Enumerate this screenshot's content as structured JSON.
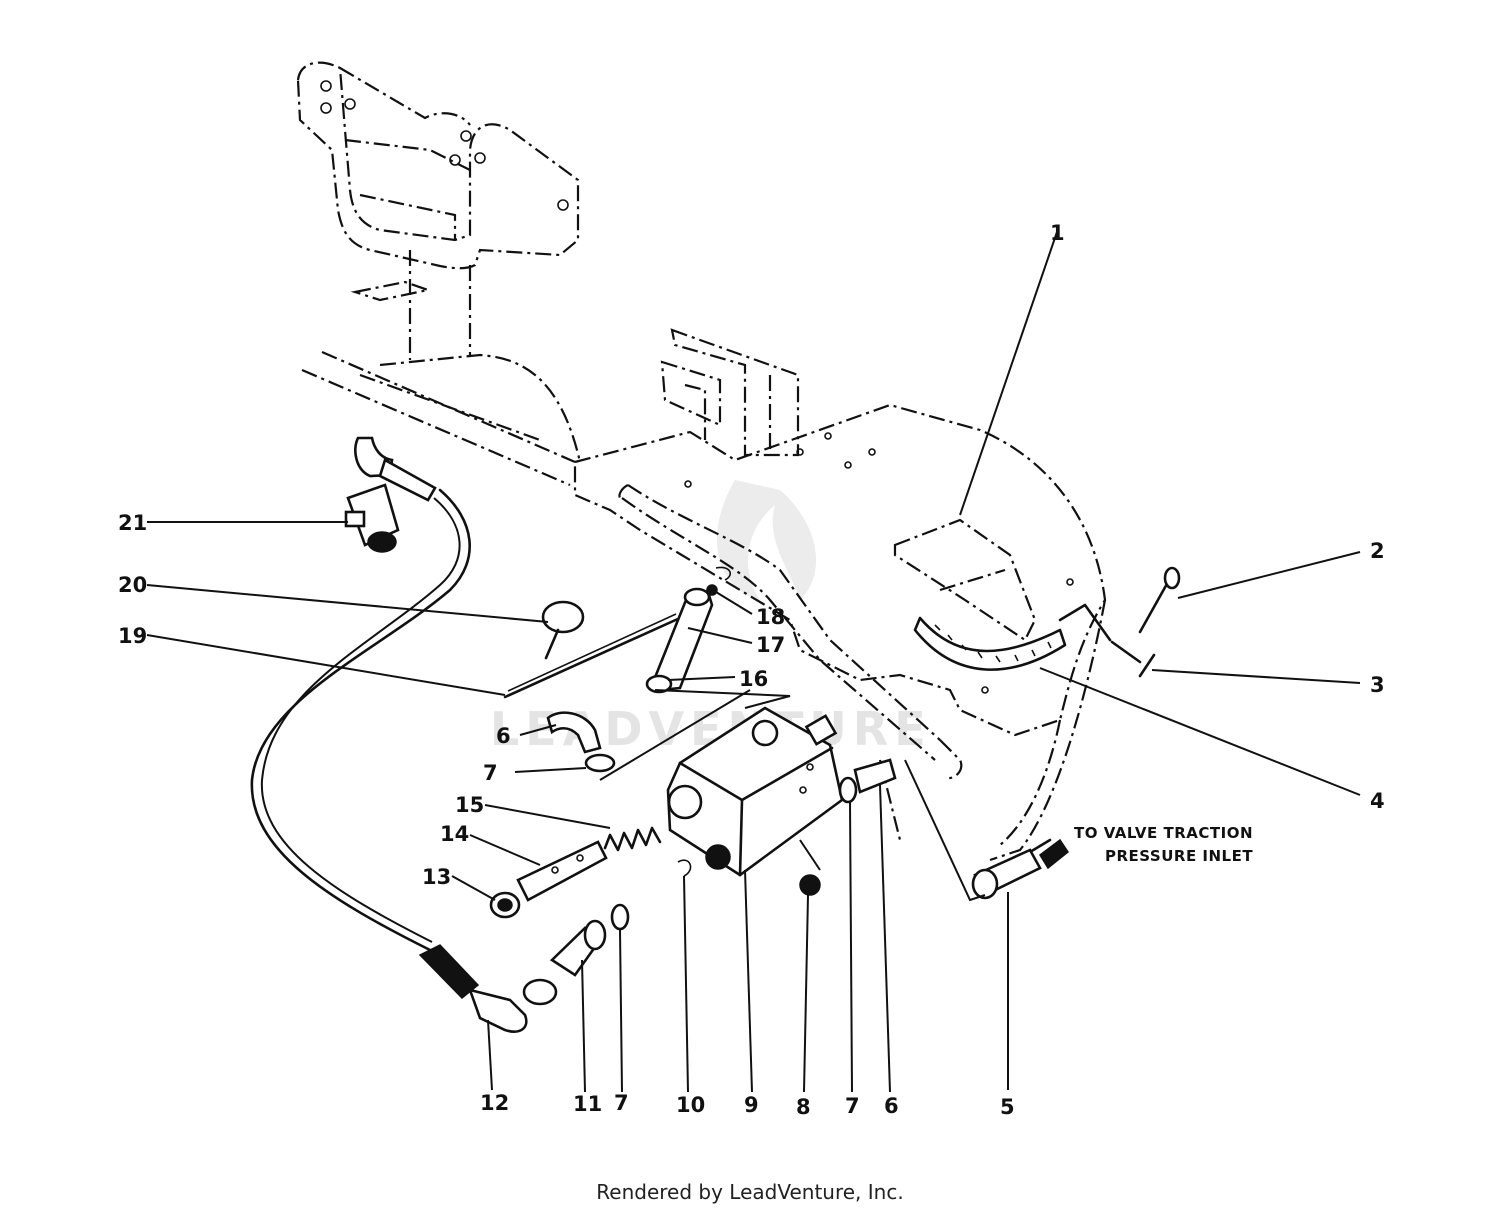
{
  "callouts": [
    {
      "id": "1",
      "label": "1"
    },
    {
      "id": "2",
      "label": "2"
    },
    {
      "id": "3",
      "label": "3"
    },
    {
      "id": "4",
      "label": "4"
    },
    {
      "id": "5",
      "label": "5"
    },
    {
      "id": "6a",
      "label": "6"
    },
    {
      "id": "6b",
      "label": "6"
    },
    {
      "id": "7a",
      "label": "7"
    },
    {
      "id": "7b",
      "label": "7"
    },
    {
      "id": "7c",
      "label": "7"
    },
    {
      "id": "8",
      "label": "8"
    },
    {
      "id": "9",
      "label": "9"
    },
    {
      "id": "10",
      "label": "10"
    },
    {
      "id": "11",
      "label": "11"
    },
    {
      "id": "12",
      "label": "12"
    },
    {
      "id": "13",
      "label": "13"
    },
    {
      "id": "14",
      "label": "14"
    },
    {
      "id": "15",
      "label": "15"
    },
    {
      "id": "16",
      "label": "16"
    },
    {
      "id": "17",
      "label": "17"
    },
    {
      "id": "18",
      "label": "18"
    },
    {
      "id": "19",
      "label": "19"
    },
    {
      "id": "20",
      "label": "20"
    },
    {
      "id": "21",
      "label": "21"
    }
  ],
  "annotation": {
    "line1": "TO VALVE TRACTION",
    "line2": "PRESSURE INLET"
  },
  "watermark": "LEADVENTURE",
  "footer": "Rendered by LeadVenture, Inc."
}
